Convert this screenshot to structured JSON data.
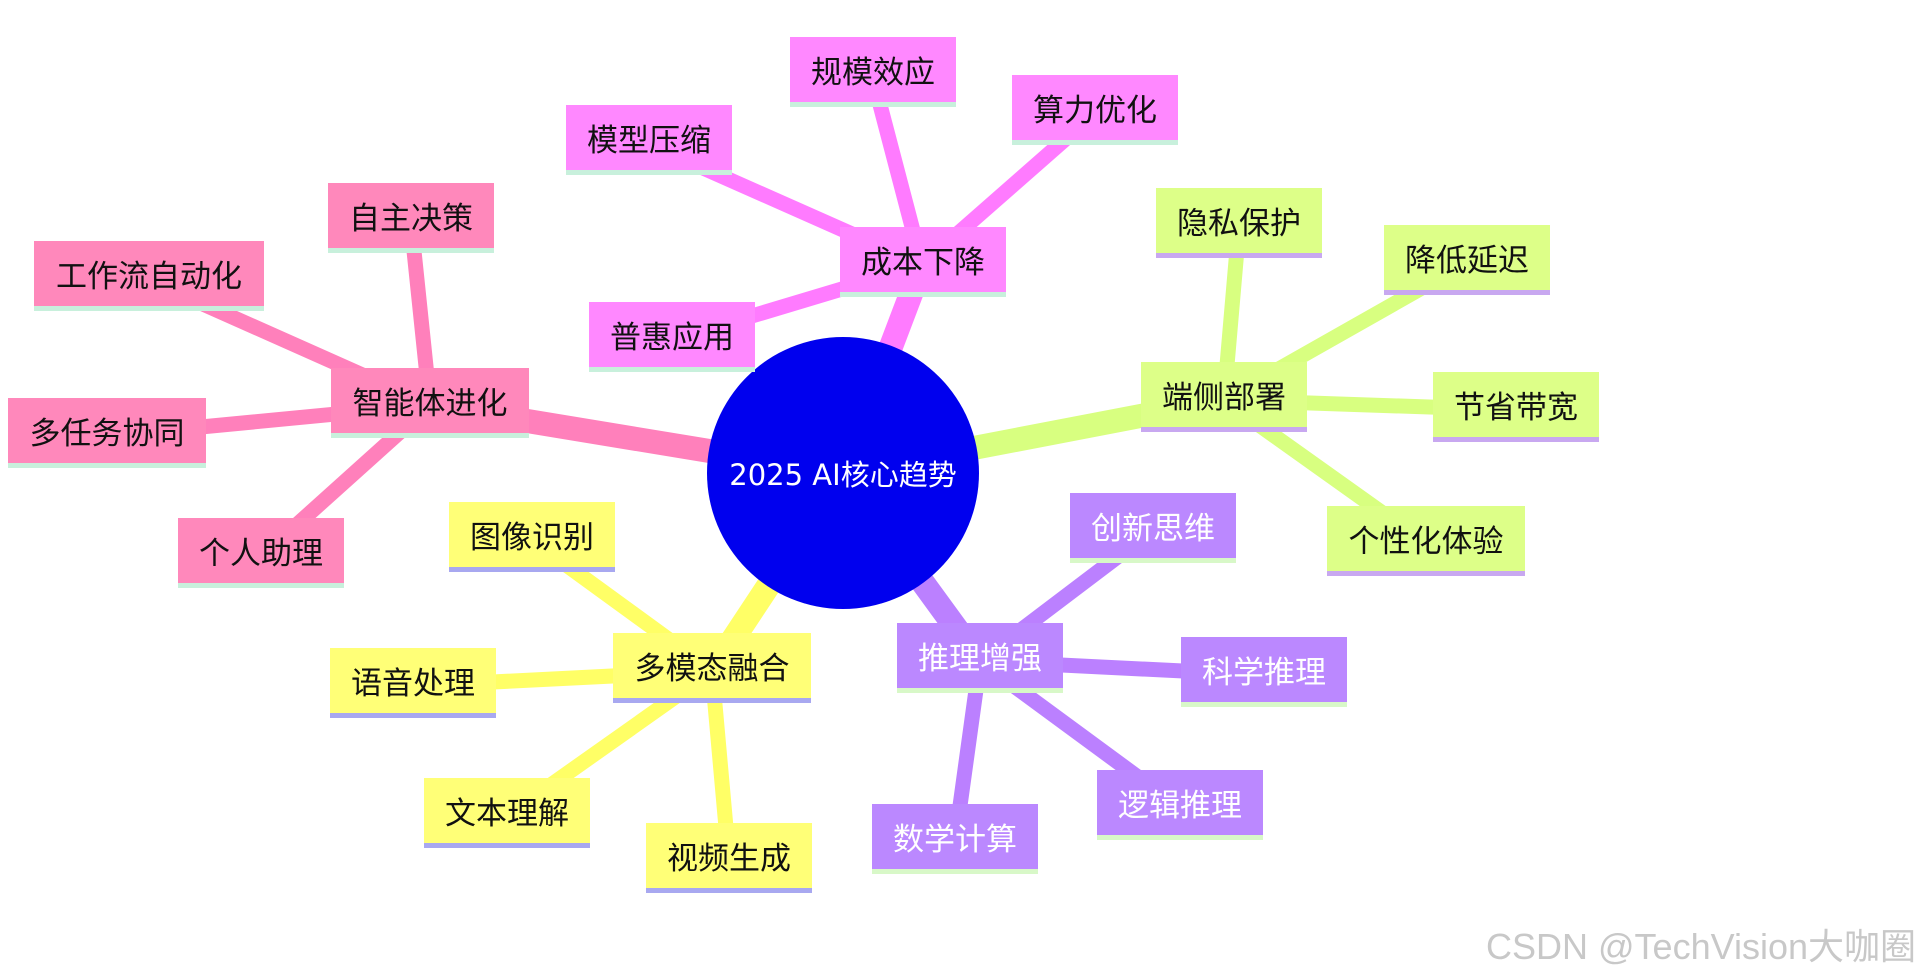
{
  "root": {
    "label": "2025 AI核心趋势",
    "color": "#0000ee"
  },
  "branches": {
    "cost": {
      "label": "成本下降",
      "color": "#ff88ff",
      "edge": "#ff7bff",
      "children": [
        "规模效应",
        "算力优化",
        "模型压缩",
        "普惠应用"
      ]
    },
    "agent": {
      "label": "智能体进化",
      "color": "#ff88bb",
      "edge": "#ff80bb",
      "children": [
        "自主决策",
        "工作流自动化",
        "多任务协同",
        "个人助理"
      ]
    },
    "edge_deploy": {
      "label": "端侧部署",
      "color": "#ddff88",
      "edge": "#d8ff80",
      "children": [
        "隐私保护",
        "降低延迟",
        "节省带宽",
        "个性化体验"
      ]
    },
    "multimodal": {
      "label": "多模态融合",
      "color": "#ffff77",
      "edge": "#ffff66",
      "children": [
        "图像识别",
        "语音处理",
        "文本理解",
        "视频生成"
      ]
    },
    "reasoning": {
      "label": "推理增强",
      "color": "#bb88ff",
      "edge": "#bb80ff",
      "children": [
        "创新思维",
        "科学推理",
        "逻辑推理",
        "数学计算"
      ]
    }
  },
  "watermark": "CSDN @TechVision大咖圈"
}
